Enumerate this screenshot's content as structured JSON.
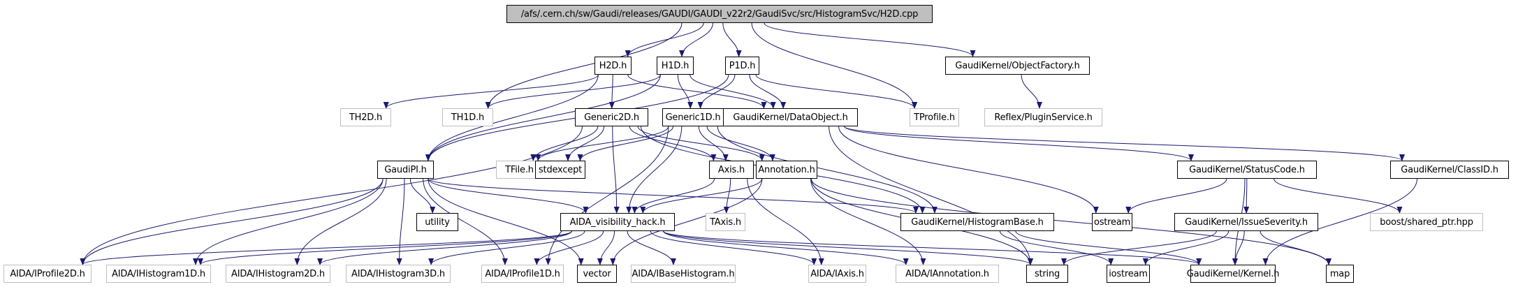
{
  "diagram": {
    "type": "include-dependency-graph",
    "edge_color": "#191970",
    "root": "/afs/.cern.ch/sw/Gaudi/releases/GAUDI/GAUDI_v22r2/GaudiSvc/src/HistogramSvc/H2D.cpp",
    "nodes": [
      {
        "id": "root",
        "label": "/afs/.cern.ch/sw/Gaudi/releases/GAUDI/GAUDI_v22r2/GaudiSvc/src/HistogramSvc/H2D.cpp",
        "kind": "root"
      },
      {
        "id": "H2D",
        "label": "H2D.h",
        "kind": "documented"
      },
      {
        "id": "H1D",
        "label": "H1D.h",
        "kind": "documented"
      },
      {
        "id": "P1D",
        "label": "P1D.h",
        "kind": "documented"
      },
      {
        "id": "ObjectFactory",
        "label": "GaudiKernel/ObjectFactory.h",
        "kind": "documented"
      },
      {
        "id": "TH2D",
        "label": "TH2D.h",
        "kind": "external"
      },
      {
        "id": "TH1D",
        "label": "TH1D.h",
        "kind": "external"
      },
      {
        "id": "Generic2D",
        "label": "Generic2D.h",
        "kind": "documented"
      },
      {
        "id": "Generic1D",
        "label": "Generic1D.h",
        "kind": "documented"
      },
      {
        "id": "DataObject",
        "label": "GaudiKernel/DataObject.h",
        "kind": "documented"
      },
      {
        "id": "TProfile",
        "label": "TProfile.h",
        "kind": "external"
      },
      {
        "id": "PluginService",
        "label": "Reflex/PluginService.h",
        "kind": "external"
      },
      {
        "id": "GaudiPI",
        "label": "GaudiPI.h",
        "kind": "documented"
      },
      {
        "id": "TFile",
        "label": "TFile.h",
        "kind": "external"
      },
      {
        "id": "stdexcept",
        "label": "stdexcept",
        "kind": "documented"
      },
      {
        "id": "Axis",
        "label": "Axis.h",
        "kind": "documented"
      },
      {
        "id": "Annotation",
        "label": "Annotation.h",
        "kind": "documented"
      },
      {
        "id": "StatusCode",
        "label": "GaudiKernel/StatusCode.h",
        "kind": "documented"
      },
      {
        "id": "ClassID",
        "label": "GaudiKernel/ClassID.h",
        "kind": "documented"
      },
      {
        "id": "utility",
        "label": "utility",
        "kind": "documented"
      },
      {
        "id": "AIDAhack",
        "label": "AIDA_visibility_hack.h",
        "kind": "documented"
      },
      {
        "id": "TAxis",
        "label": "TAxis.h",
        "kind": "external"
      },
      {
        "id": "HistogramBase",
        "label": "GaudiKernel/HistogramBase.h",
        "kind": "documented"
      },
      {
        "id": "ostream",
        "label": "ostream",
        "kind": "documented"
      },
      {
        "id": "IssueSeverity",
        "label": "GaudiKernel/IssueSeverity.h",
        "kind": "documented"
      },
      {
        "id": "shared_ptr",
        "label": "boost/shared_ptr.hpp",
        "kind": "external"
      },
      {
        "id": "IProfile2D",
        "label": "AIDA/IProfile2D.h",
        "kind": "external"
      },
      {
        "id": "IHistogram1D",
        "label": "AIDA/IHistogram1D.h",
        "kind": "external"
      },
      {
        "id": "IHistogram2D",
        "label": "AIDA/IHistogram2D.h",
        "kind": "external"
      },
      {
        "id": "IHistogram3D",
        "label": "AIDA/IHistogram3D.h",
        "kind": "external"
      },
      {
        "id": "IProfile1D",
        "label": "AIDA/IProfile1D.h",
        "kind": "external"
      },
      {
        "id": "vector",
        "label": "vector",
        "kind": "documented"
      },
      {
        "id": "IBaseHistogram",
        "label": "AIDA/IBaseHistogram.h",
        "kind": "external"
      },
      {
        "id": "IAxis",
        "label": "AIDA/IAxis.h",
        "kind": "external"
      },
      {
        "id": "IAnnotation",
        "label": "AIDA/IAnnotation.h",
        "kind": "external"
      },
      {
        "id": "string",
        "label": "string",
        "kind": "documented"
      },
      {
        "id": "iostream",
        "label": "iostream",
        "kind": "documented"
      },
      {
        "id": "Kernel",
        "label": "GaudiKernel/Kernel.h",
        "kind": "documented"
      },
      {
        "id": "map",
        "label": "map",
        "kind": "documented"
      }
    ],
    "edges": [
      [
        "root",
        "H2D"
      ],
      [
        "root",
        "H1D"
      ],
      [
        "root",
        "P1D"
      ],
      [
        "root",
        "ObjectFactory"
      ],
      [
        "root",
        "TH1D"
      ],
      [
        "root",
        "TProfile"
      ],
      [
        "H2D",
        "TH2D"
      ],
      [
        "H2D",
        "Generic2D"
      ],
      [
        "H2D",
        "DataObject"
      ],
      [
        "H2D",
        "GaudiPI"
      ],
      [
        "H1D",
        "TH1D"
      ],
      [
        "H1D",
        "Generic1D"
      ],
      [
        "H1D",
        "DataObject"
      ],
      [
        "H1D",
        "GaudiPI"
      ],
      [
        "P1D",
        "Generic1D"
      ],
      [
        "P1D",
        "DataObject"
      ],
      [
        "P1D",
        "TProfile"
      ],
      [
        "P1D",
        "GaudiPI"
      ],
      [
        "ObjectFactory",
        "PluginService"
      ],
      [
        "Generic2D",
        "TFile"
      ],
      [
        "Generic2D",
        "stdexcept"
      ],
      [
        "Generic2D",
        "Axis"
      ],
      [
        "Generic2D",
        "Annotation"
      ],
      [
        "Generic2D",
        "AIDAhack"
      ],
      [
        "Generic2D",
        "HistogramBase"
      ],
      [
        "Generic2D",
        "IProfile2D"
      ],
      [
        "Generic1D",
        "TFile"
      ],
      [
        "Generic1D",
        "stdexcept"
      ],
      [
        "Generic1D",
        "Axis"
      ],
      [
        "Generic1D",
        "Annotation"
      ],
      [
        "Generic1D",
        "AIDAhack"
      ],
      [
        "Generic1D",
        "HistogramBase"
      ],
      [
        "Generic1D",
        "IProfile1D"
      ],
      [
        "DataObject",
        "StatusCode"
      ],
      [
        "DataObject",
        "ClassID"
      ],
      [
        "DataObject",
        "ostream"
      ],
      [
        "DataObject",
        "string"
      ],
      [
        "GaudiPI",
        "utility"
      ],
      [
        "GaudiPI",
        "AIDAhack"
      ],
      [
        "GaudiPI",
        "HistogramBase"
      ],
      [
        "GaudiPI",
        "IProfile2D"
      ],
      [
        "GaudiPI",
        "IHistogram1D"
      ],
      [
        "GaudiPI",
        "IHistogram2D"
      ],
      [
        "GaudiPI",
        "IHistogram3D"
      ],
      [
        "GaudiPI",
        "IProfile1D"
      ],
      [
        "GaudiPI",
        "vector"
      ],
      [
        "Axis",
        "AIDAhack"
      ],
      [
        "Axis",
        "TAxis"
      ],
      [
        "Axis",
        "IAxis"
      ],
      [
        "Annotation",
        "AIDAhack"
      ],
      [
        "Annotation",
        "vector"
      ],
      [
        "Annotation",
        "string"
      ],
      [
        "Annotation",
        "map"
      ],
      [
        "Annotation",
        "IAnnotation"
      ],
      [
        "AIDAhack",
        "IProfile2D"
      ],
      [
        "AIDAhack",
        "IHistogram1D"
      ],
      [
        "AIDAhack",
        "IHistogram2D"
      ],
      [
        "AIDAhack",
        "IHistogram3D"
      ],
      [
        "AIDAhack",
        "IProfile1D"
      ],
      [
        "AIDAhack",
        "vector"
      ],
      [
        "AIDAhack",
        "IBaseHistogram"
      ],
      [
        "AIDAhack",
        "IAxis"
      ],
      [
        "AIDAhack",
        "IAnnotation"
      ],
      [
        "AIDAhack",
        "string"
      ],
      [
        "AIDAhack",
        "Kernel"
      ],
      [
        "HistogramBase",
        "iostream"
      ],
      [
        "HistogramBase",
        "Kernel"
      ],
      [
        "StatusCode",
        "ostream"
      ],
      [
        "StatusCode",
        "IssueSeverity"
      ],
      [
        "StatusCode",
        "shared_ptr"
      ],
      [
        "StatusCode",
        "Kernel"
      ],
      [
        "ClassID",
        "Kernel"
      ],
      [
        "IssueSeverity",
        "string"
      ],
      [
        "IssueSeverity",
        "iostream"
      ],
      [
        "IssueSeverity",
        "Kernel"
      ],
      [
        "IssueSeverity",
        "map"
      ]
    ]
  }
}
